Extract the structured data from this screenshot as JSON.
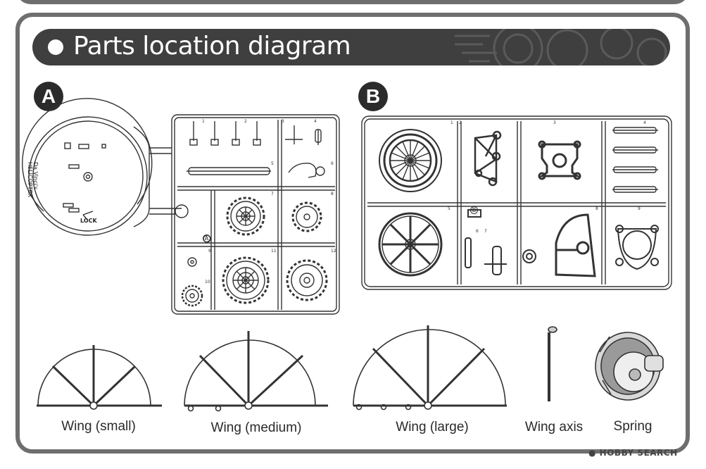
{
  "header": {
    "title": "Parts location diagram"
  },
  "sections": {
    "a_label": "A",
    "b_label": "B"
  },
  "sprue_a": {
    "cover_label_line1": "Da Vinci's",
    "cover_label_line2": "HELICOPTER",
    "lock_label": "LOCK",
    "runner_tag": "A",
    "part_numbers": [
      "1",
      "2",
      "3",
      "4",
      "5",
      "6",
      "7",
      "8",
      "9",
      "10",
      "11",
      "12"
    ]
  },
  "sprue_b": {
    "runner_tag": "B",
    "part_numbers": [
      "1",
      "2",
      "3",
      "4",
      "5",
      "6",
      "7",
      "8",
      "9"
    ]
  },
  "parts": [
    {
      "caption": "Wing (small)"
    },
    {
      "caption": "Wing (medium)"
    },
    {
      "caption": "Wing (large)"
    },
    {
      "caption": "Wing axis"
    },
    {
      "caption": "Spring"
    }
  ],
  "watermark": {
    "text": "HOBBY SEARCH"
  },
  "colors": {
    "frame": "#6e6e6e",
    "header_bg": "#3f3f3f",
    "badge_bg": "#2b2b2b",
    "line": "#333333"
  }
}
